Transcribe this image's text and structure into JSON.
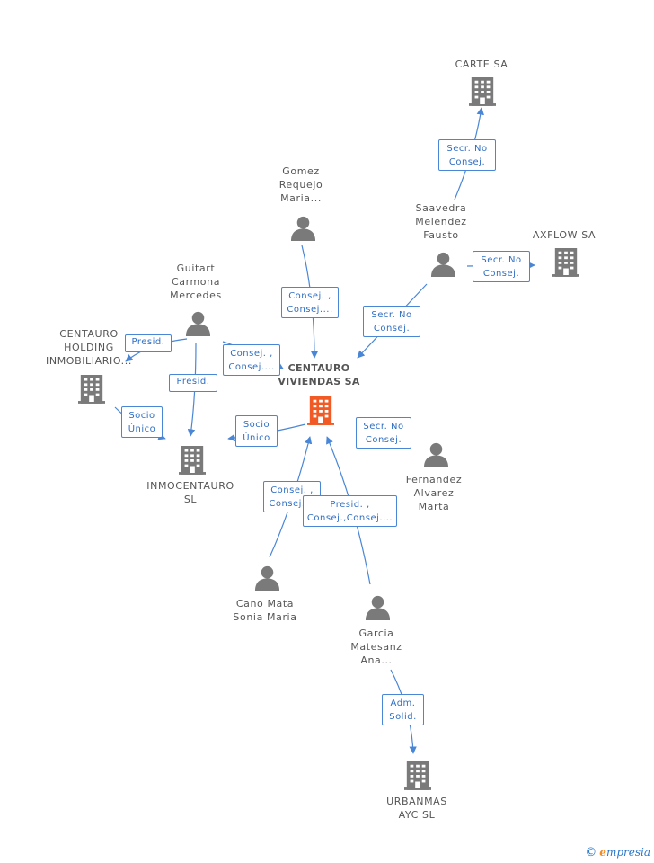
{
  "colors": {
    "edge": "#4a86d6",
    "node": "#7a7a7a",
    "main_node": "#f15a24"
  },
  "nodes": {
    "centauro_viviendas": [
      "CENTAURO",
      "VIVIENDAS SA"
    ],
    "carte": [
      "CARTE SA"
    ],
    "axflow": [
      "AXFLOW SA"
    ],
    "centauro_holding": [
      "CENTAURO",
      "HOLDING",
      "INMOBILIARIO..."
    ],
    "inmocentauro": [
      "INMOCENTAURO",
      "SL"
    ],
    "urbanmas": [
      "URBANMAS",
      "AYC SL"
    ],
    "gomez": [
      "Gomez",
      "Requejo",
      "Maria..."
    ],
    "saavedra": [
      "Saavedra",
      "Melendez",
      "Fausto"
    ],
    "guitart": [
      "Guitart",
      "Carmona",
      "Mercedes"
    ],
    "fernandez": [
      "Fernandez",
      "Alvarez",
      "Marta"
    ],
    "cano": [
      "Cano Mata",
      "Sonia Maria"
    ],
    "garcia": [
      "Garcia",
      "Matesanz",
      "Ana..."
    ]
  },
  "edges": {
    "saavedra_carte": [
      "Secr. No",
      "Consej."
    ],
    "saavedra_axflow": [
      "Secr. No",
      "Consej."
    ],
    "saavedra_main": [
      "Secr. No",
      "Consej."
    ],
    "gomez_main": [
      "Consej. ,",
      "Consej...."
    ],
    "guitart_holding": [
      "Presid."
    ],
    "guitart_main": [
      "Consej. ,",
      "Consej...."
    ],
    "guitart_inmo": [
      "Presid."
    ],
    "main_inmo": [
      "Socio",
      "Único"
    ],
    "holding_inmo": [
      "Socio",
      "Único"
    ],
    "fernandez_main": [
      "Secr. No",
      "Consej."
    ],
    "cano_main": [
      "Consej. ,",
      "Consej...."
    ],
    "garcia_main": [
      "Presid. ,",
      "Consej.,Consej...."
    ],
    "garcia_urbanmas": [
      "Adm.",
      "Solid."
    ]
  },
  "brand": {
    "copyright": "©",
    "first_letter": "e",
    "rest": "mpresia"
  }
}
